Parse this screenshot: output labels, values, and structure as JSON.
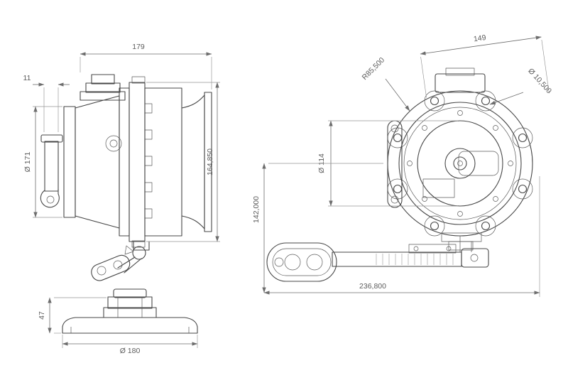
{
  "colors": {
    "background": "#ffffff",
    "part_line": "#474747",
    "dimension_line": "#6d6d6d",
    "dimension_text": "#5c5c5c"
  },
  "dimensions": {
    "side_overall_width": "179",
    "side_bracket_thickness": "11",
    "side_flange_diameter": "Ø 171",
    "side_housing_height": "164,850",
    "front_top_width": "149",
    "front_flange_radius": "R85,500",
    "front_bolt_hole_diameter": "Ø 10,500",
    "front_face_diameter": "Ø 114",
    "front_axis_height": "142,000",
    "front_overall_length": "236,800",
    "base_height": "47",
    "base_diameter": "Ø 180"
  }
}
